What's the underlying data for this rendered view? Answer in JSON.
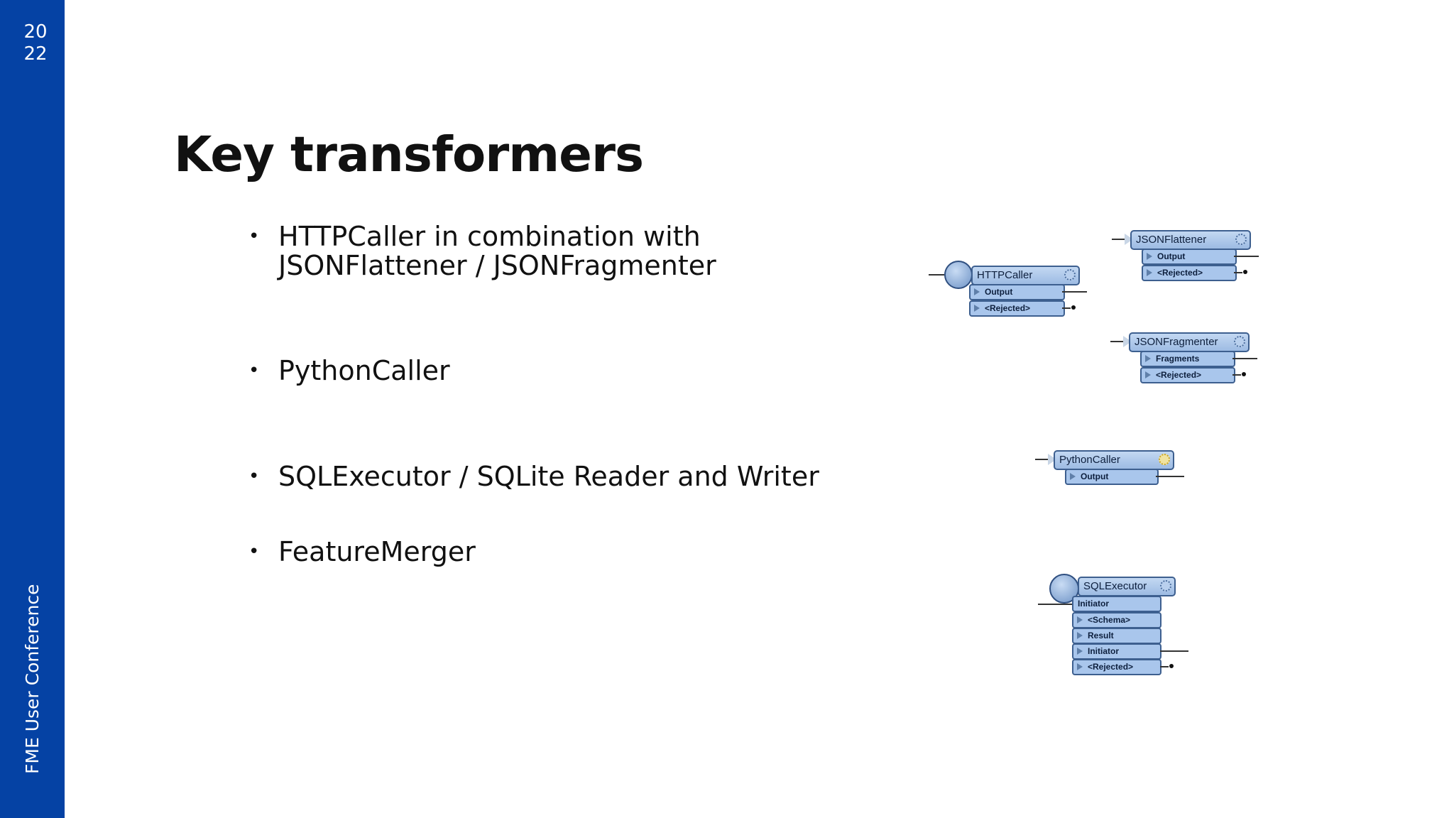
{
  "sidebar": {
    "year_line1": "20",
    "year_line2": "22",
    "conference": "FME User Conference",
    "color": "#0542a4"
  },
  "slide": {
    "title": "Key transformers",
    "bullets": [
      {
        "line1": "HTTPCaller in combination with",
        "line2": "JSONFlattener / JSONFragmenter"
      },
      {
        "line1": "PythonCaller"
      },
      {
        "line1": "SQLExecutor / SQLite Reader and Writer"
      },
      {
        "line1": "FeatureMerger"
      }
    ],
    "bullet_glyph": "•"
  },
  "transformers": {
    "httpcaller": {
      "name": "HTTPCaller",
      "ports": [
        "Output",
        "<Rejected>"
      ]
    },
    "jsonflattener": {
      "name": "JSONFlattener",
      "ports": [
        "Output",
        "<Rejected>"
      ]
    },
    "jsonfragmenter": {
      "name": "JSONFragmenter",
      "ports": [
        "Fragments",
        "<Rejected>"
      ]
    },
    "pythoncaller": {
      "name": "PythonCaller",
      "ports": [
        "Output"
      ]
    },
    "sqlexecutor": {
      "name": "SQLExecutor",
      "input": "Initiator",
      "ports": [
        "<Schema>",
        "Result",
        "Initiator",
        "<Rejected>"
      ]
    }
  }
}
